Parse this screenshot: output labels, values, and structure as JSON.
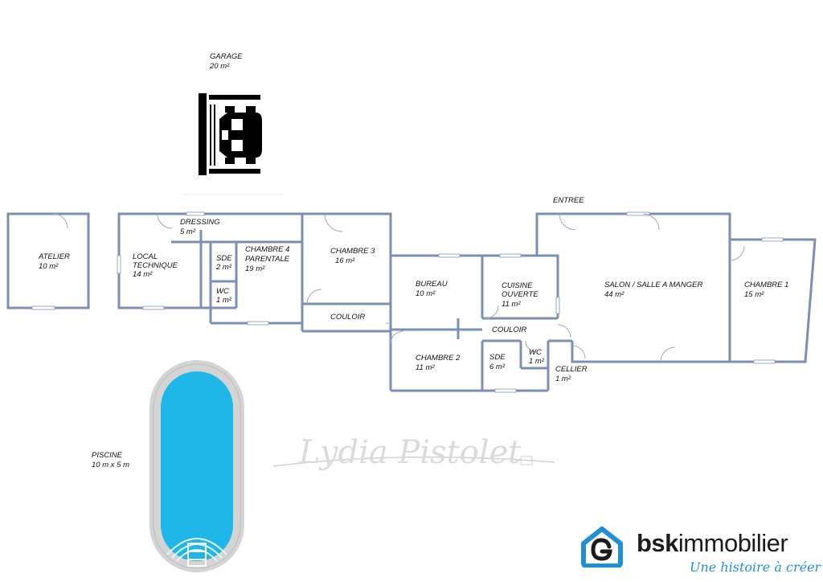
{
  "rooms": {
    "garage": {
      "name": "GARAGE",
      "area": "20 m²"
    },
    "atelier": {
      "name": "ATELIER",
      "area": "10 m²"
    },
    "local_technique": {
      "name_line1": "LOCAL",
      "name_line2": "TECHNIQUE",
      "area": "14 m²"
    },
    "dressing": {
      "name": "DRESSING",
      "area": "5 m²"
    },
    "sde_1": {
      "name": "SDE",
      "area": "2 m²"
    },
    "wc_1": {
      "name": "WC",
      "area": "1 m²"
    },
    "chambre_4": {
      "name_line1": "CHAMBRE 4",
      "name_line2": "PARENTALE",
      "area": "19 m²"
    },
    "chambre_3": {
      "name": "CHAMBRE 3",
      "area": "16 m²"
    },
    "couloir_1": {
      "name": "COULOIR"
    },
    "bureau": {
      "name": "BUREAU",
      "area": "10 m²"
    },
    "cuisine": {
      "name_line1": "CUISINE",
      "name_line2": "OUVERTE",
      "area": "11 m²"
    },
    "couloir_2": {
      "name": "COULOIR"
    },
    "chambre_2": {
      "name": "CHAMBRE 2",
      "area": "11 m²"
    },
    "sde_2": {
      "name": "SDE",
      "area": "6 m²"
    },
    "wc_2": {
      "name": "WC",
      "area": "1 m²"
    },
    "cellier": {
      "name": "CELLIER",
      "area": "1 m²"
    },
    "entree": {
      "name": "ENTREE"
    },
    "salon": {
      "name": "SALON / SALLE A MANGER",
      "area": "44 m²"
    },
    "chambre_1": {
      "name": "CHAMBRE 1",
      "area": "15 m²"
    },
    "piscine": {
      "name": "PISCINE",
      "size": "10 m x 5 m"
    }
  },
  "watermark": {
    "signature": "Lydia Pistolet"
  },
  "brand": {
    "name_bold": "bsk",
    "name_rest": "immobilier",
    "tagline": "Une histoire à créer"
  },
  "colors": {
    "walls": "#7d8fb3",
    "pool_water": "#1fb6ea",
    "pool_rim": "#d6d6d6",
    "brand_blue": "#1f8fd6",
    "brand_text": "#1c1c1c",
    "icon_black": "#000000"
  }
}
